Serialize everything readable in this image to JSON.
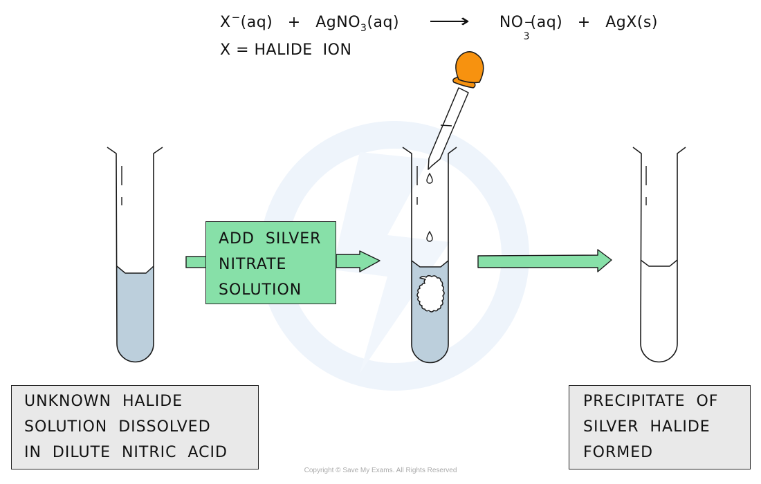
{
  "equation": {
    "reactant_ion": "X",
    "reactant_ion_charge": "−",
    "reactant_ion_state": "(aq)",
    "plus_1": "+",
    "reagent_prefix": "AgNO",
    "reagent_subscript": "3",
    "reagent_state": "(aq)",
    "arrow": "⟶",
    "product_1_prefix": "NO",
    "product_1_subscript": "3",
    "product_1_charge": "−",
    "product_1_state": "(aq)",
    "plus_2": "+",
    "product_2": "AgX(s)"
  },
  "definition": "X = HALIDE  ION",
  "step_box": {
    "lines": [
      "ADD  SILVER",
      "NITRATE",
      "SOLUTION"
    ]
  },
  "left_label": {
    "lines": [
      "UNKNOWN  HALIDE",
      "SOLUTION  DISSOLVED",
      "IN  DILUTE  NITRIC  ACID"
    ]
  },
  "right_label": {
    "lines": [
      "PRECIPITATE  OF",
      "SILVER  HALIDE",
      "FORMED"
    ]
  },
  "copyright": "Copyright © Save My Exams. All Rights Reserved",
  "colors": {
    "solution": "#bccfdc",
    "arrow_fill": "#87e0a8",
    "dropper_bulb": "#f7920f",
    "label_box": "#e9e9e9",
    "watermark": "#eef4fb",
    "outline": "#1a1a1a"
  }
}
